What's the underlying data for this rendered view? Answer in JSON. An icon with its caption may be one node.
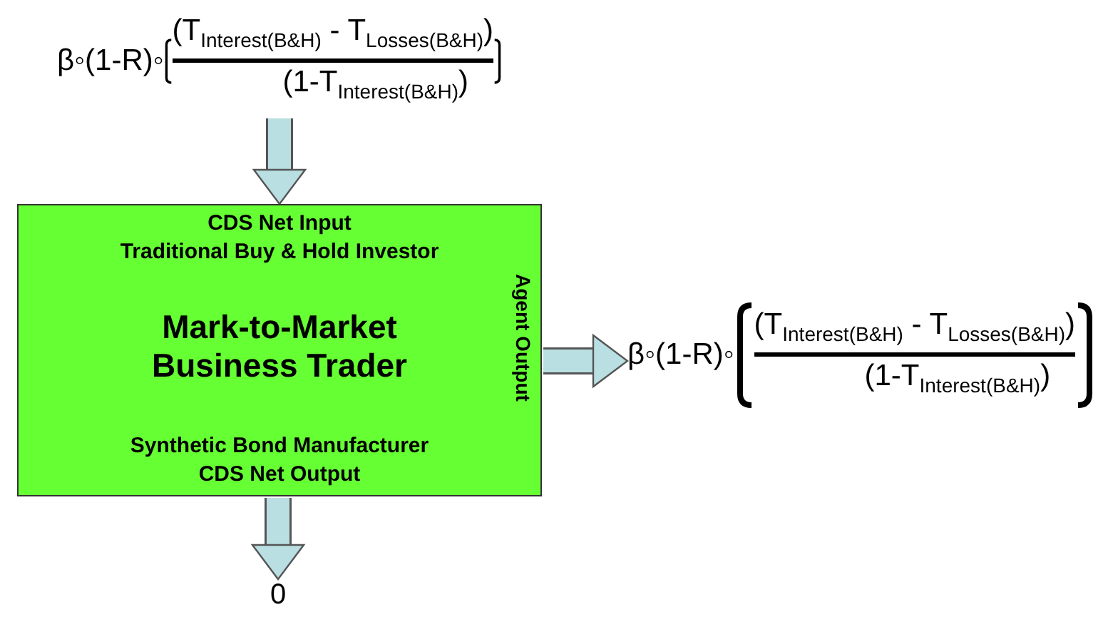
{
  "diagram": {
    "nodes": [
      {
        "text": [
          "β◦(1-R)◦",
          "(T$_{Interest(B&H)}$ - T$_{Losses(B&H)}$)",
          "(1-T$_{Interest(B&H)}$)"
        ]
      },
      {
        "text": [
          "CDS Net Input",
          "Traditional Buy & Hold Investor",
          "Mark-to-Market Business Trader",
          "Agent Output",
          "Synthetic Bond Manufacturer",
          "CDS Net Output"
        ]
      },
      {
        "text": [
          "β◦(1-R)◦",
          "(T$_{Interest(B&H)}$ - T$_{Losses(B&H)}$)",
          "(1-T$_{Interest(B&H)}$)"
        ]
      },
      {
        "text": [
          "0"
        ]
      }
    ],
    "edges": [
      {
        "from": 0,
        "to": 1,
        "arrow": "to"
      },
      {
        "from": 1,
        "to": 2,
        "arrow": "to"
      },
      {
        "from": 1,
        "to": 3,
        "arrow": "to"
      }
    ]
  }
}
